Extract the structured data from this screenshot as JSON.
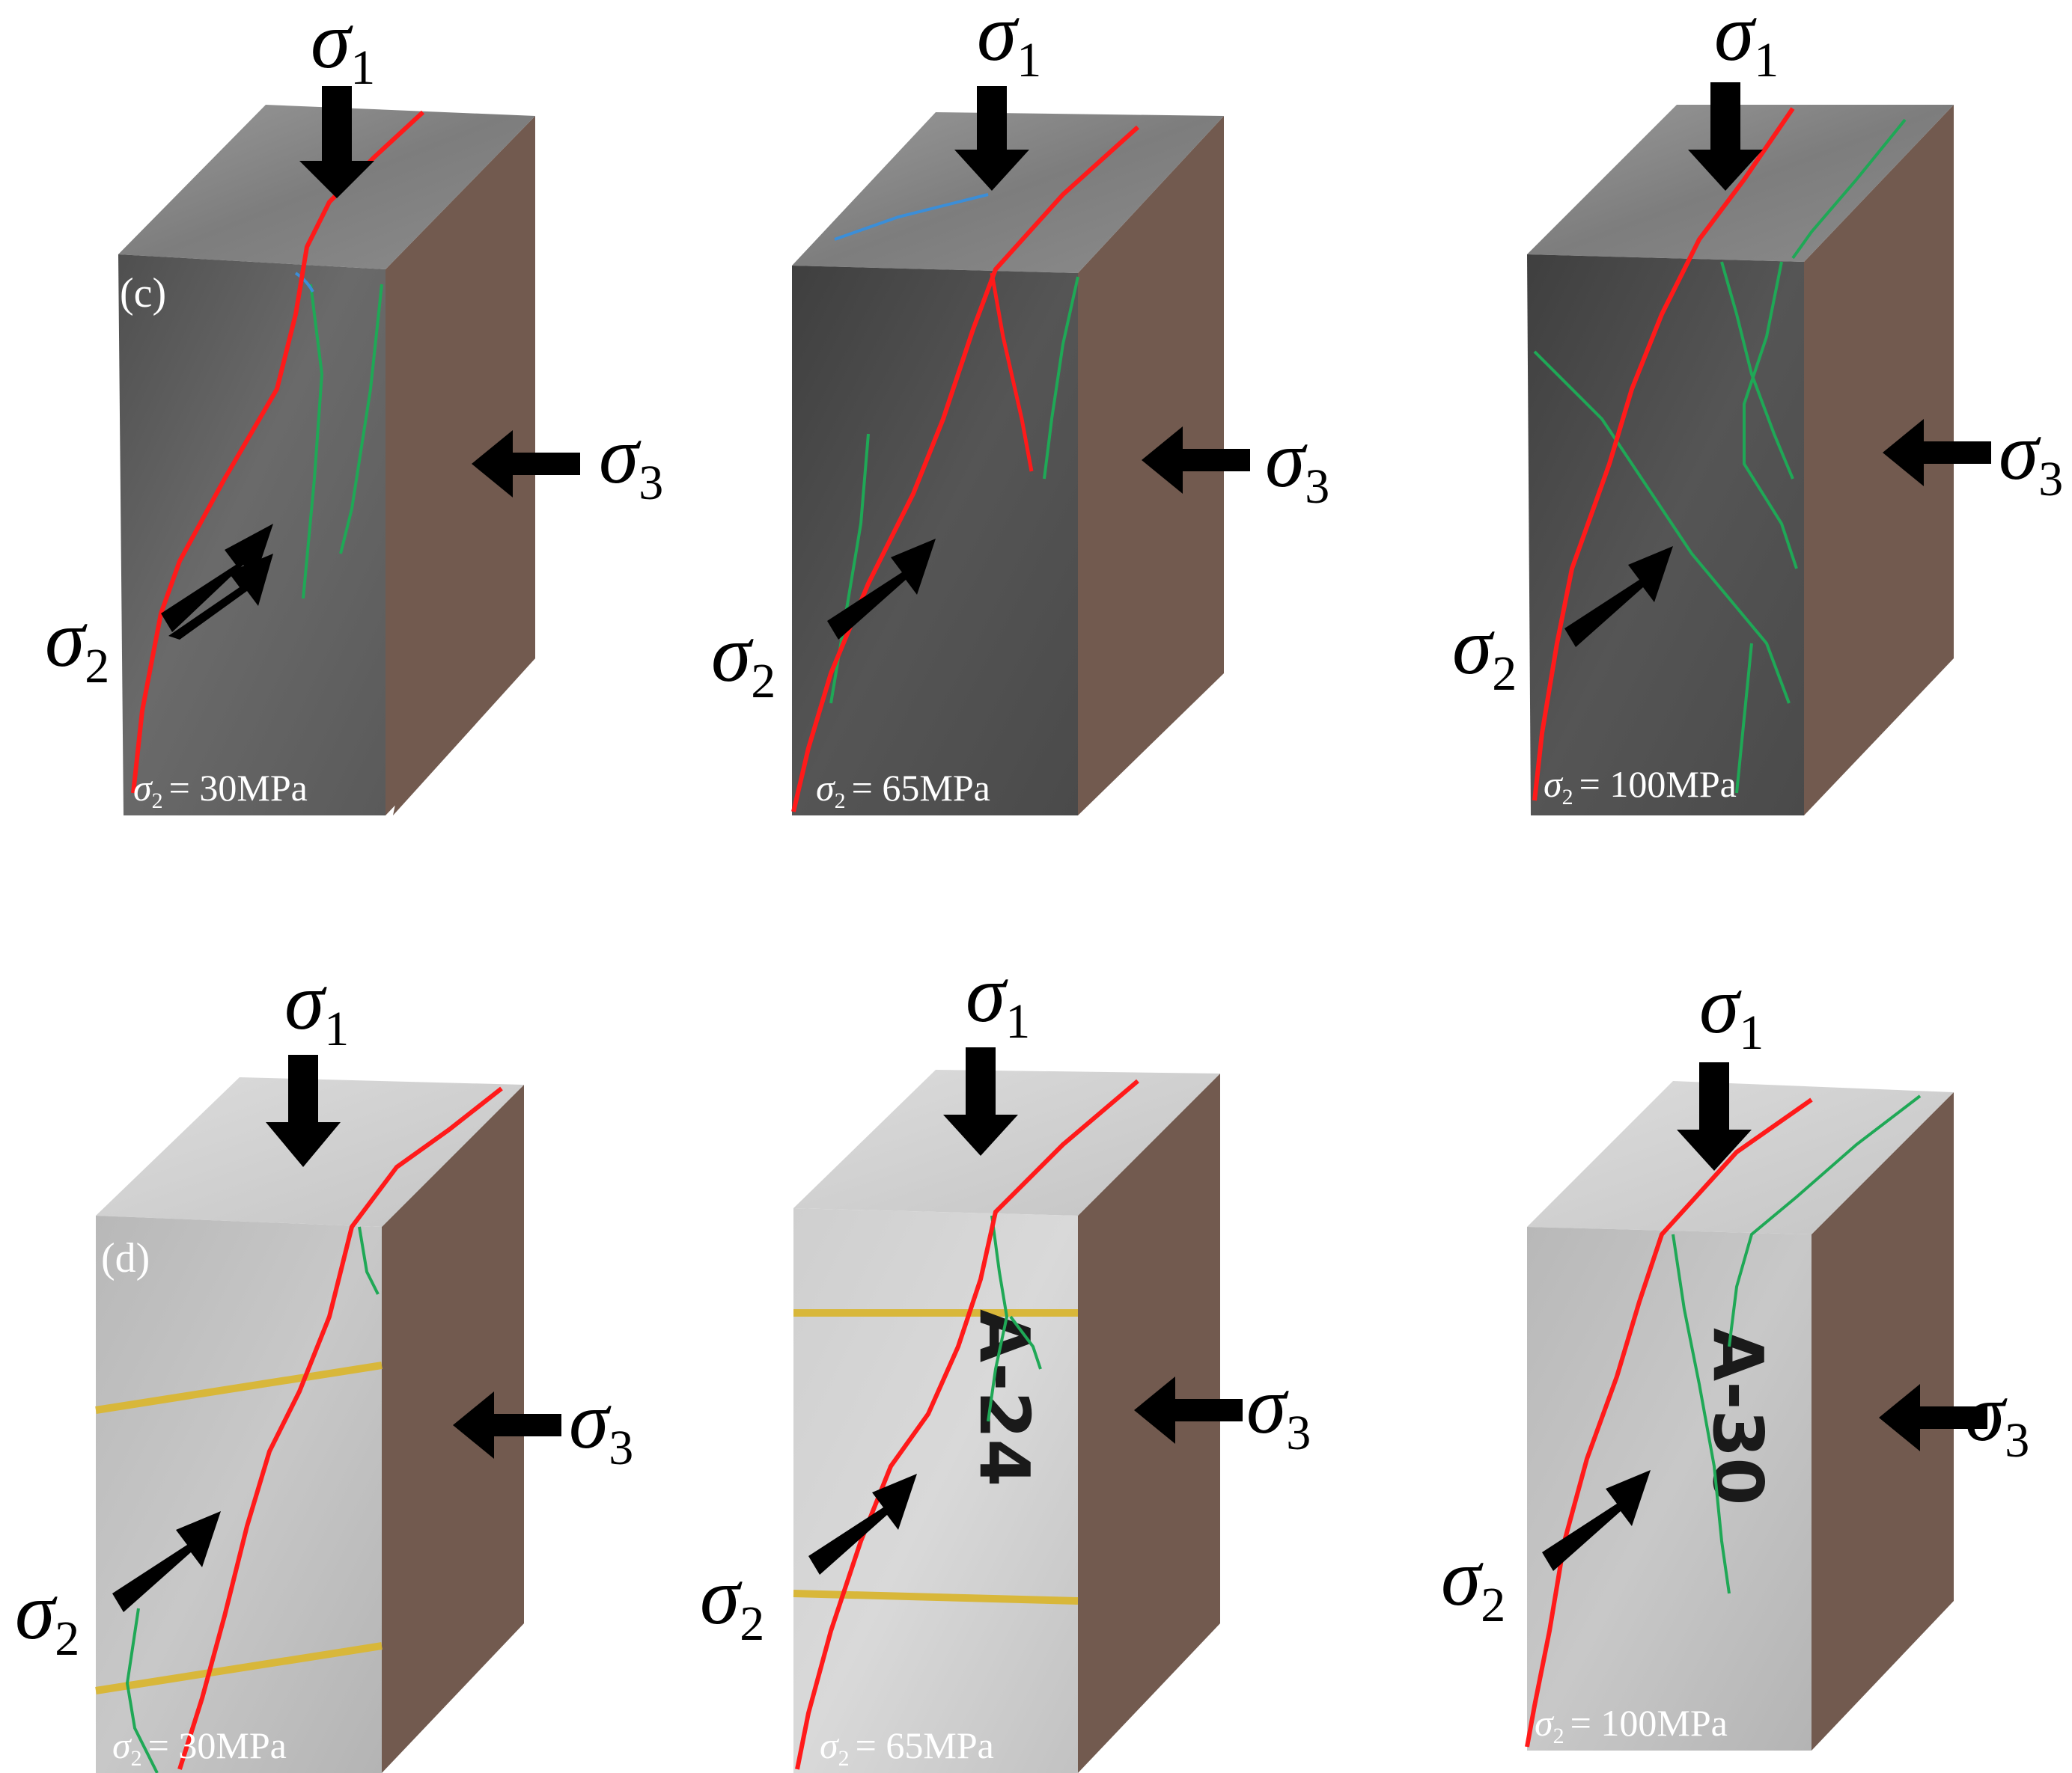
{
  "figure": {
    "panels": [
      {
        "id": "c",
        "label": "(c)",
        "rock": "dark",
        "specimens": [
          {
            "sigma2_value": "= 30MPa"
          },
          {
            "sigma2_value": "= 65MPa"
          },
          {
            "sigma2_value": "= 100MPa"
          }
        ]
      },
      {
        "id": "d",
        "label": "(d)",
        "rock": "light",
        "specimens": [
          {
            "sigma2_value": "= 30MPa"
          },
          {
            "sigma2_value": "= 65MPa",
            "sample_tag": "A-24"
          },
          {
            "sigma2_value": "= 100MPa",
            "sample_tag": "A-30"
          }
        ]
      }
    ],
    "stress_symbol": "σ",
    "stress_subscripts": {
      "sigma1": "1",
      "sigma2": "2",
      "sigma3": "3"
    },
    "colors": {
      "main_crack": "#ff1a1a",
      "secondary_crack": "#1fa856",
      "tertiary_crack": "#3b8ed8",
      "side_face": "#725a4f",
      "dark_rock": "#5a5a5a",
      "light_rock": "#c8c8c8",
      "arrow": "#000000",
      "gauge_strip": "#d8b73a"
    }
  }
}
